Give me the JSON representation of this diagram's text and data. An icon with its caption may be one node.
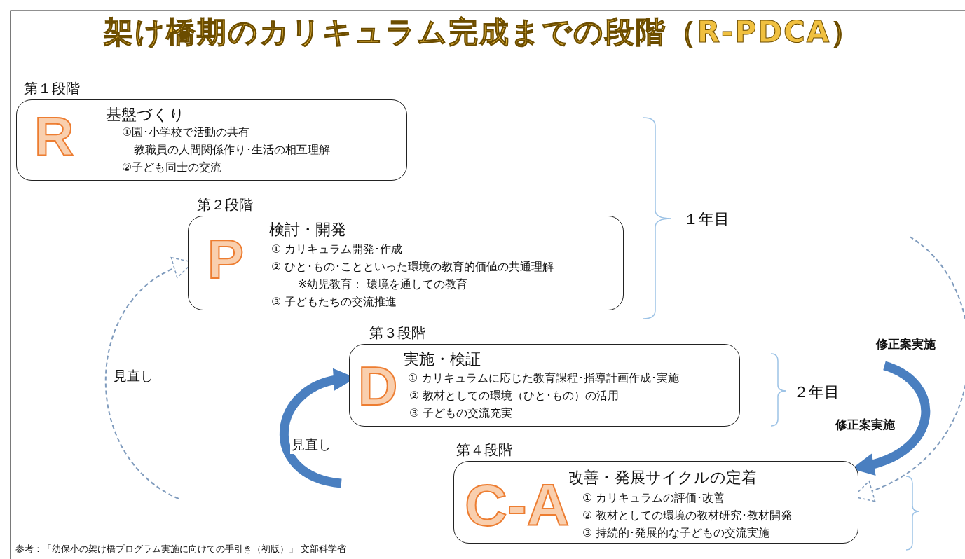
{
  "diagram": {
    "title": "架け橋期のカリキュラム完成までの段階（R-PDCA）",
    "nodes": [
      {
        "text": [
          "第１段階",
          "R",
          "基盤づくり",
          "①園･小学校で活動の共有",
          "教職員の人間関係作り･生活の相互理解",
          "②子ども同士の交流"
        ]
      },
      {
        "text": [
          "第２段階",
          "P",
          "検討・開発",
          "① カリキュラム開発･作成",
          "② ひと･もの･ことといった環境の教育的価値の共通理解",
          "※幼児教育： 環境を通しての教育",
          "③ 子どもたちの交流推進"
        ]
      },
      {
        "text": [
          "第３段階",
          "D",
          "実施・検証",
          "① カリキュラムに応じた教育課程･指導計画作成･実施",
          "② 教材としての環境（ひと･もの）の活用",
          "③ 子どもの交流充実"
        ]
      },
      {
        "text": [
          "第４段階",
          "C-A",
          "改善・発展サイクルの定着",
          "① カリキュラムの評価･改善",
          "② 教材としての環境の教材研究･教材開発",
          "③ 持続的･発展的な子どもの交流実施"
        ]
      }
    ],
    "edges": [
      {
        "from": null,
        "to": 1,
        "arrow": "to",
        "label": "見直し",
        "style": "dashed"
      },
      {
        "from": null,
        "to": 2,
        "arrow": "to",
        "label": "見直し",
        "style": "thick"
      },
      {
        "from": null,
        "to": 3,
        "arrow": "to",
        "label": "修正案実施",
        "style": "dashed"
      },
      {
        "from": null,
        "to": 3,
        "arrow": "to",
        "label": "修正案実施",
        "style": "thick"
      }
    ],
    "labels": [
      "１年目",
      "２年目",
      "参考：「幼保小の架け橋プログラム実施に向けての手引き（初版）」 文部科学省"
    ]
  }
}
